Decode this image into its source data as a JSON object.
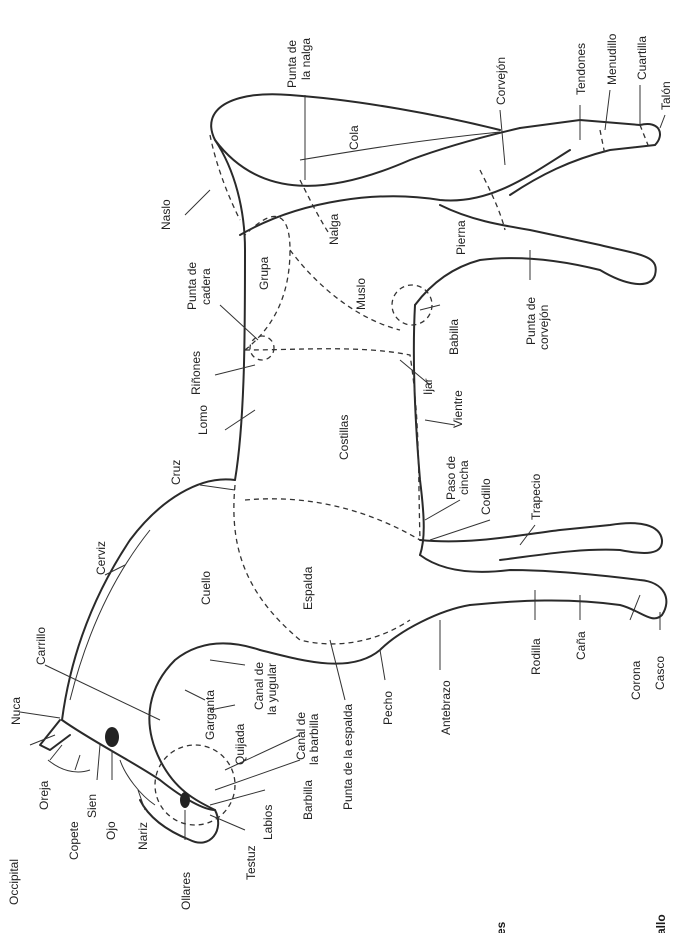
{
  "title_words": [
    "es",
    "allo"
  ],
  "colors": {
    "ink": "#222222",
    "background": "#ffffff"
  },
  "labels_left": [
    "Occipital",
    "Oreja",
    "Copete",
    "Sien",
    "Ojo",
    "Nariz",
    "Ollares",
    "Testuz",
    "Labios",
    "Barbilla",
    "Canal de la barbilla",
    "Punta de la espalda",
    "Pecho",
    "Antebrazo",
    "Rodilla",
    "Caña",
    "Corona",
    "Casco"
  ],
  "labels": {
    "occipital": "Occipital",
    "nuca": "Nuca",
    "oreja": "Oreja",
    "carrillo": "Carrillo",
    "copete": "Copete",
    "sien": "Sien",
    "ojo": "Ojo",
    "nariz": "Nariz",
    "ollares": "Ollares",
    "testuz": "Testuz",
    "labios": "Labios",
    "barbilla": "Barbilla",
    "canal_barbilla_1": "Canal de",
    "canal_barbilla_2": "la barbilla",
    "quijada": "Quijada",
    "garganta": "Garganta",
    "canal_yugular_1": "Canal de",
    "canal_yugular_2": "la yugular",
    "punta_espalda": "Punta de la espalda",
    "pecho": "Pecho",
    "antebrazo": "Antebrazo",
    "rodilla": "Rodilla",
    "cana": "Caña",
    "corona": "Corona",
    "casco": "Casco",
    "cerviz": "Cerviz",
    "cuello": "Cuello",
    "espalda": "Espalda",
    "cruz": "Cruz",
    "lomo": "Lomo",
    "costillas": "Costillas",
    "paso_cincha_1": "Paso de",
    "paso_cincha_2": "cincha",
    "codillo": "Codillo",
    "trapecio": "Trapecio",
    "vientre": "Vientre",
    "ijar": "Ijar",
    "rinones": "Riñones",
    "punta_cadera_1": "Punta de",
    "punta_cadera_2": "cadera",
    "grupa": "Grupa",
    "muslo": "Muslo",
    "babilla": "Babilla",
    "punta_corvejon_1": "Punta de",
    "punta_corvejon_2": "corvejón",
    "naslo": "Naslo",
    "nalga": "Nalga",
    "pierna": "Pierna",
    "punta_nalga_1": "Punta de",
    "punta_nalga_2": "la nalga",
    "cola": "Cola",
    "corvejon": "Corvejón",
    "tendones": "Tendones",
    "menudillo": "Menudillo",
    "cuartilla": "Cuartilla",
    "talon": "Talón"
  }
}
